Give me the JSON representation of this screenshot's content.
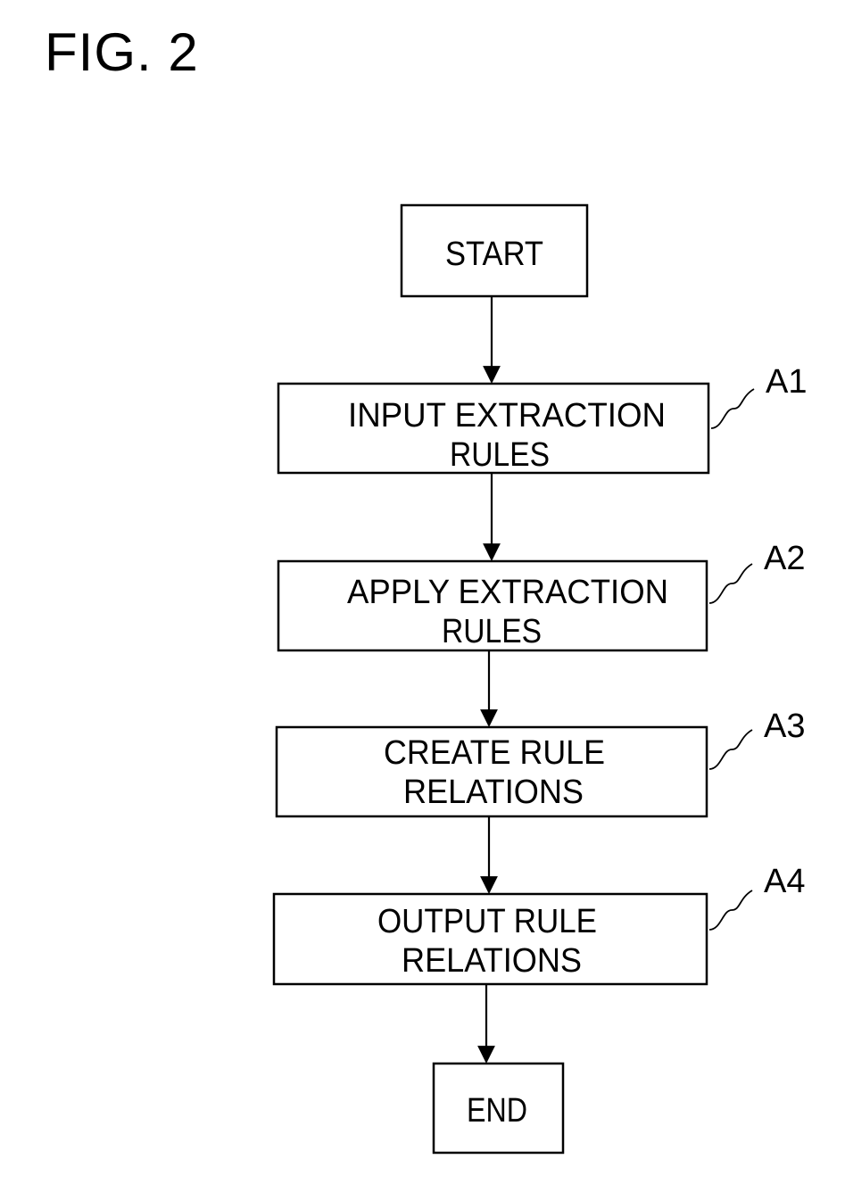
{
  "figure": {
    "title": "FIG. 2"
  },
  "flowchart": {
    "start": "START",
    "steps": [
      {
        "id": "A1",
        "line1": "INPUT EXTRACTION",
        "line2": "RULES"
      },
      {
        "id": "A2",
        "line1": "APPLY EXTRACTION",
        "line2": "RULES"
      },
      {
        "id": "A3",
        "line1": "CREATE RULE",
        "line2": "RELATIONS"
      },
      {
        "id": "A4",
        "line1": "OUTPUT RULE",
        "line2": "RELATIONS"
      }
    ],
    "end": "END"
  }
}
